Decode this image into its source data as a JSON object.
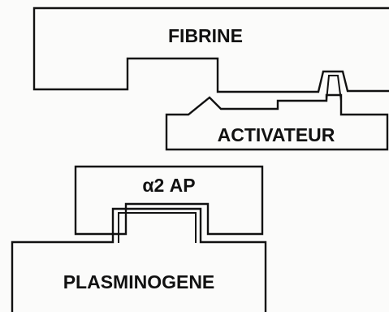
{
  "diagram": {
    "labels": {
      "fibrine": "FIBRINE",
      "activateur": "ACTIVATEUR",
      "alpha2_ap": "α2 AP",
      "plasminogene": "PLASMINOGENE"
    },
    "colors": {
      "ink": "#111111",
      "paper": "#fbfbfa"
    }
  }
}
